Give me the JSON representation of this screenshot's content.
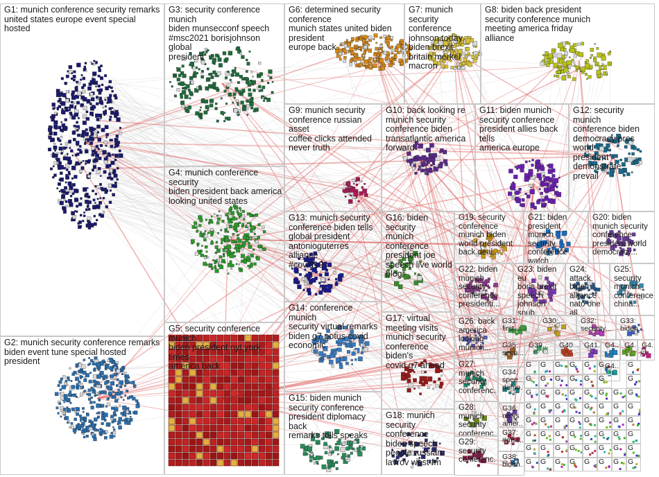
{
  "groups": [
    {
      "id": "G1",
      "text": "G1: munich conference security remarks\nunited states europe event special hosted",
      "color": "#1a1a6e",
      "nodes": 520
    },
    {
      "id": "G2",
      "text": "G2: munich security conference remarks\nbiden event tune special hosted president",
      "color": "#2a6fb0",
      "nodes": 360
    },
    {
      "id": "G3",
      "text": "G3: security conference munich\nbiden munsecconf speech\n#msc2021 borisjohnson global\npresident",
      "color": "#1f6b3a",
      "nodes": 230
    },
    {
      "id": "G4",
      "text": "G4: munich conference security\nbiden president back america\nlooking united states",
      "color": "#2a9a2a",
      "nodes": 220
    },
    {
      "id": "G5",
      "text": "G5: security conference munich\nbiden president nyt york times\namerica back",
      "color": "#9a1f1f",
      "nodes": 360
    },
    {
      "id": "G6",
      "text": "G6: determined security conference\nmunich states united biden president\neurope back",
      "color": "#d88a1a",
      "nodes": 210
    },
    {
      "id": "G7",
      "text": "G7: munich security conference\njohnson today biden brexit\nbritain merkel macron",
      "color": "#d9c23a",
      "nodes": 150
    },
    {
      "id": "G8",
      "text": "G8: biden back president\nsecurity conference munich\nmeeting america friday\nalliance",
      "color": "#b7c21a",
      "nodes": 120
    },
    {
      "id": "G9",
      "text": "G9: munich security\nconference russian asset\ncoffee clicks attended\nnever truth",
      "color": "#b0185a",
      "nodes": 40
    },
    {
      "id": "G10",
      "text": "G10: back looking re\nmunich security\nconference biden\ntransatlantic america\nforward",
      "color": "#5a2a8a",
      "nodes": 70
    },
    {
      "id": "G11",
      "text": "G11: biden munich\nsecurity conference\npresident allies back tells\namerica europe",
      "color": "#6a1fb0",
      "nodes": 110
    },
    {
      "id": "G12",
      "text": "G12: security munich\nconference biden\ndemocracy pres world\npresident demonstrate\nprevail",
      "color": "#1a6a8a",
      "nodes": 90
    },
    {
      "id": "G13",
      "text": "G13: munich security\nconference biden tells\nglobal president\nantonioguterres alliance\n#covid19",
      "color": "#1a1a8a",
      "nodes": 90
    },
    {
      "id": "G14",
      "text": "G14: conference munich\nsecurity virtual remarks\nbiden g7 potus covid\neconomic",
      "color": "#3a7abf",
      "nodes": 100
    },
    {
      "id": "G15",
      "text": "G15: biden munich\nsecurity conference\npresident diplomacy back\nremarks tells speaks",
      "color": "#2a8a5a",
      "nodes": 90
    },
    {
      "id": "G16",
      "text": "G16: biden security\nmunich conference\npresident joe\nspeech live world\nblog",
      "color": "#3a8a2a",
      "nodes": 40
    },
    {
      "id": "G17",
      "text": "G17: virtual\nmeeting visits\nmunich security\nconference biden's\ncovid g7 ahead",
      "color": "#9a1a1a",
      "nodes": 45
    },
    {
      "id": "G18",
      "text": "G18: munich\nsecurity conference\nbiden speech\npeople russian\nlavrov west fm",
      "color": "#2a2a6a",
      "nodes": 50
    },
    {
      "id": "G19",
      "text": "G19: security\nconference\nmunich biden\nworld president\nback deal...",
      "color": "#c89a1a",
      "nodes": 30
    },
    {
      "id": "G20",
      "text": "G20: biden\nmunich security\nconference\npresident world\ndemocracy...",
      "color": "#6a3a9a",
      "nodes": 30
    },
    {
      "id": "G21",
      "text": "G21: biden\npresident munich\nsecurity\nconference watch\nback america...",
      "color": "#1a6abf",
      "nodes": 30
    },
    {
      "id": "G22",
      "text": "G22: biden\nmunich\nsecurity\nconference\npresidenti...",
      "color": "#8a3a8a",
      "nodes": 40
    },
    {
      "id": "G23",
      "text": "G23: biden eu\nboris brexit\nspeech\njohnson snub\nbritain joe ties",
      "color": "#7a3ab0",
      "nodes": 30
    },
    {
      "id": "G24",
      "text": "G24: attack\nbiden\nalliance\nnato one all\nbacks...",
      "color": "#2a5a8a",
      "nodes": 25
    },
    {
      "id": "G25",
      "text": "G25:\nsecurity\nmunich\nconference\nchina...",
      "color": "#3a8ab0",
      "nodes": 25
    },
    {
      "id": "G26",
      "text": "G26: back\namerica\nlooking\nmunich...",
      "color": "#5a5ab0",
      "nodes": 20
    },
    {
      "id": "G27",
      "text": "G27:\nmunich\nsecurity\nconferenc...",
      "color": "#1a8a6a",
      "nodes": 20
    },
    {
      "id": "G28",
      "text": "G28:\nmunich\nsecurity\nconferenc...",
      "color": "#6a8a1a",
      "nodes": 18
    },
    {
      "id": "G29",
      "text": "G29:\nsecurity\nconferenc...",
      "color": "#8a1a4a",
      "nodes": 16
    },
    {
      "id": "G30",
      "text": "G30:...",
      "color": "#c0a020",
      "nodes": 10
    },
    {
      "id": "G31",
      "text": "G31: first...",
      "color": "#3aa03a",
      "nodes": 10
    },
    {
      "id": "G32",
      "text": "G32:\nsecurity...",
      "color": "#b040b0",
      "nodes": 10
    },
    {
      "id": "G33",
      "text": "G33:\nbiden...",
      "color": "#4060c0",
      "nodes": 10
    },
    {
      "id": "G34",
      "text": "G34:\nspee...\ndemo...",
      "color": "#208080",
      "nodes": 10
    },
    {
      "id": "G35",
      "text": "G35:\nsecu...",
      "color": "#a06020",
      "nodes": 10
    },
    {
      "id": "G36",
      "text": "G36:\nnews\namer...",
      "color": "#6040a0",
      "nodes": 10
    },
    {
      "id": "G37",
      "text": "G37:\n#msc...",
      "color": "#a02040",
      "nodes": 10
    },
    {
      "id": "G38",
      "text": "G38:\nbiden...",
      "color": "#2060a0",
      "nodes": 10
    },
    {
      "id": "G39",
      "text": "G39...",
      "color": "#40a060",
      "nodes": 8
    },
    {
      "id": "G40",
      "text": "G40...",
      "color": "#c04020",
      "nodes": 8
    },
    {
      "id": "G41",
      "text": "G41...",
      "color": "#8040c0",
      "nodes": 8
    },
    {
      "id": "G42",
      "text": "G4...",
      "color": "#2080c0",
      "nodes": 8
    },
    {
      "id": "G43",
      "text": "G4...",
      "color": "#60a020",
      "nodes": 8
    },
    {
      "id": "G44",
      "text": "G4...",
      "color": "#c02080",
      "nodes": 8
    },
    {
      "id": "G45",
      "text": "G4...",
      "color": "#20a0a0",
      "nodes": 8
    }
  ],
  "tiny_group_label": "G",
  "colors": {
    "background": "#ffffff",
    "border": "#c8c8c8",
    "edge_gray": "#c9c9c9",
    "edge_red": "#e06060"
  }
}
